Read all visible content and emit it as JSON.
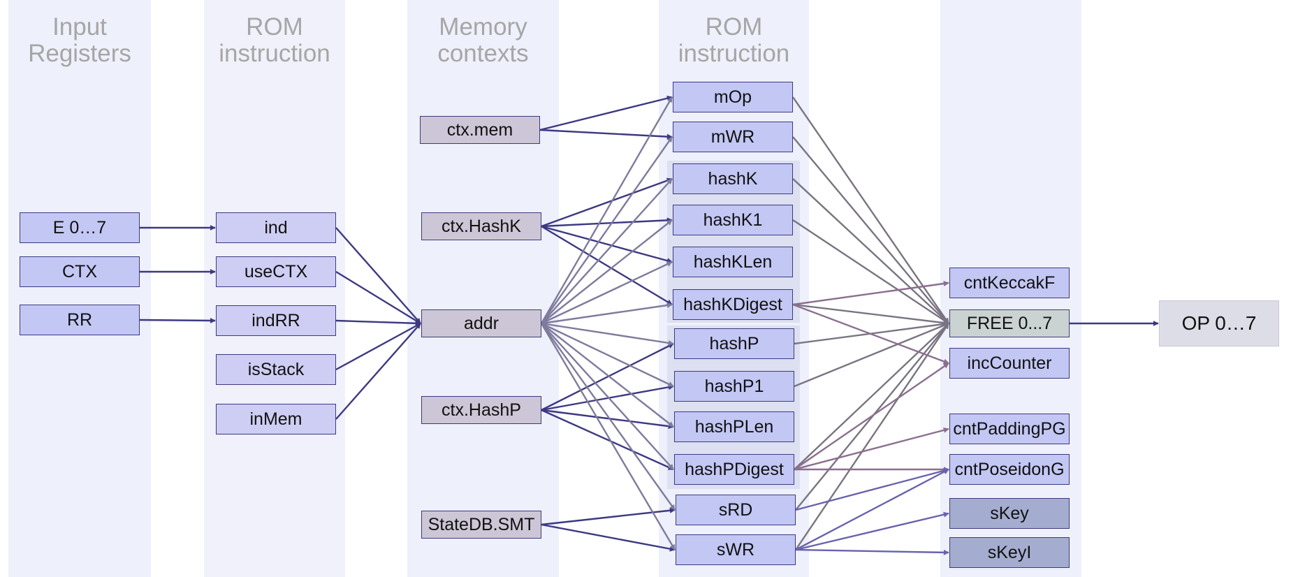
{
  "lanes": [
    {
      "title": "Input\nRegisters"
    },
    {
      "title": "ROM\ninstruction"
    },
    {
      "title": "Memory\ncontexts"
    },
    {
      "title": "ROM\ninstruction"
    },
    {
      "title": ""
    }
  ],
  "nodes": {
    "e07": "E 0…7",
    "ctx": "CTX",
    "rr": "RR",
    "ind": "ind",
    "usectx": "useCTX",
    "indrr": "indRR",
    "isstack": "isStack",
    "inmem": "inMem",
    "ctxmem": "ctx.mem",
    "ctxhashk": "ctx.HashK",
    "addr": "addr",
    "ctxhashp": "ctx.HashP",
    "statedb": "StateDB.SMT",
    "mop": "mOp",
    "mwr": "mWR",
    "hashk": "hashK",
    "hashk1": "hashK1",
    "hashklen": "hashKLen",
    "hashkdigest": "hashKDigest",
    "hashp": "hashP",
    "hashp1": "hashP1",
    "hashplen": "hashPLen",
    "hashpdigest": "hashPDigest",
    "srd": "sRD",
    "swr": "sWR",
    "cntkeccakf": "cntKeccakF",
    "free": "FREE 0...7",
    "inccounter": "incCounter",
    "cntpaddingpg": "cntPaddingPG",
    "cntposeidong": "cntPoseidonG",
    "skey": "sKey",
    "skeyi": "sKeyI",
    "op": "OP 0…7"
  },
  "edges": [
    [
      "e07",
      "ind"
    ],
    [
      "ctx",
      "usectx"
    ],
    [
      "rr",
      "indrr"
    ],
    [
      "ind",
      "addr"
    ],
    [
      "usectx",
      "addr"
    ],
    [
      "indrr",
      "addr"
    ],
    [
      "isstack",
      "addr"
    ],
    [
      "inmem",
      "addr"
    ],
    [
      "ctxmem",
      "mop"
    ],
    [
      "ctxmem",
      "mwr"
    ],
    [
      "ctxhashk",
      "hashk"
    ],
    [
      "ctxhashk",
      "hashk1"
    ],
    [
      "ctxhashk",
      "hashklen"
    ],
    [
      "ctxhashk",
      "hashkdigest"
    ],
    [
      "ctxhashp",
      "hashp"
    ],
    [
      "ctxhashp",
      "hashp1"
    ],
    [
      "ctxhashp",
      "hashplen"
    ],
    [
      "ctxhashp",
      "hashpdigest"
    ],
    [
      "statedb",
      "srd"
    ],
    [
      "statedb",
      "swr"
    ],
    [
      "addr",
      "mop"
    ],
    [
      "addr",
      "mwr"
    ],
    [
      "addr",
      "hashk"
    ],
    [
      "addr",
      "hashk1"
    ],
    [
      "addr",
      "hashklen"
    ],
    [
      "addr",
      "hashkdigest"
    ],
    [
      "addr",
      "hashp"
    ],
    [
      "addr",
      "hashp1"
    ],
    [
      "addr",
      "hashplen"
    ],
    [
      "addr",
      "hashpdigest"
    ],
    [
      "addr",
      "srd"
    ],
    [
      "addr",
      "swr"
    ],
    [
      "mop",
      "free"
    ],
    [
      "mwr",
      "free"
    ],
    [
      "hashk",
      "free"
    ],
    [
      "hashk1",
      "free"
    ],
    [
      "hashkdigest",
      "free"
    ],
    [
      "hashp",
      "free"
    ],
    [
      "hashp1",
      "free"
    ],
    [
      "hashpdigest",
      "free"
    ],
    [
      "srd",
      "free"
    ],
    [
      "swr",
      "free"
    ],
    [
      "hashkdigest",
      "cntkeccakf"
    ],
    [
      "hashkdigest",
      "inccounter"
    ],
    [
      "hashpdigest",
      "inccounter"
    ],
    [
      "hashpdigest",
      "cntpaddingpg"
    ],
    [
      "hashpdigest",
      "cntposeidong"
    ],
    [
      "srd",
      "cntposeidong"
    ],
    [
      "swr",
      "cntposeidong"
    ],
    [
      "swr",
      "skey"
    ],
    [
      "swr",
      "skeyi"
    ],
    [
      "free",
      "op"
    ]
  ],
  "colors": {
    "lane_bg": "#eef0fb",
    "edge_primary": "#3d3980",
    "edge_addr": "#7e7b9c",
    "edge_free": "#7a7481",
    "edge_hash": "#8a6f8e",
    "edge_state": "#6862ad"
  }
}
